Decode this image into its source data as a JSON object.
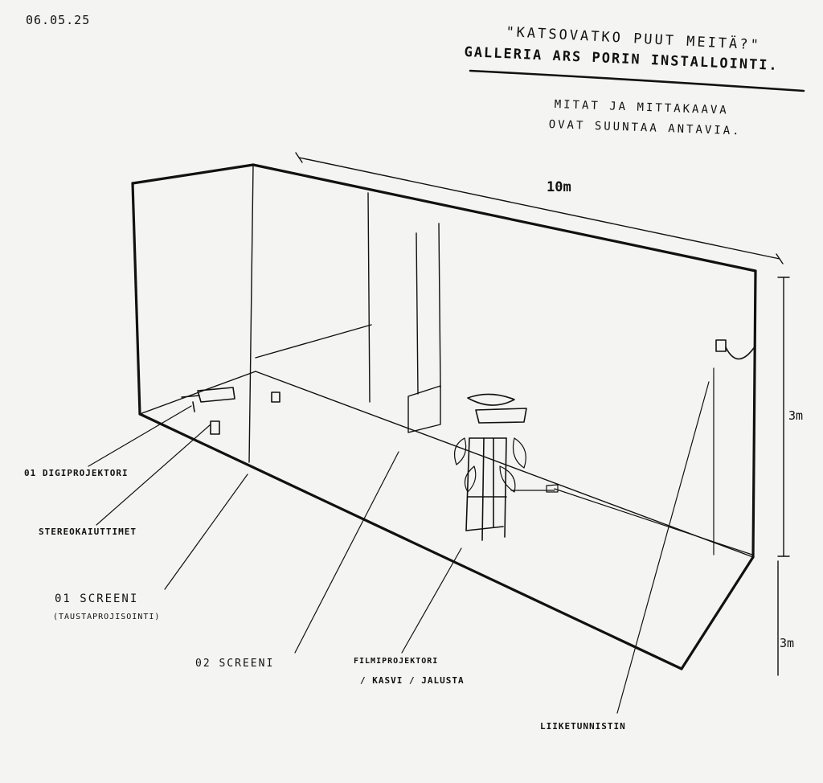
{
  "sketch": {
    "date": "06.05.25",
    "title_line_1": "\"KATSOVATKO PUUT MEITÄ?\"",
    "title_line_2": "GALLERIA ARS PORIN INSTALLOINTI.",
    "note_line_1": "MITAT JA MITTAKAAVA",
    "note_line_2": "OVAT SUUNTAA ANTAVIA.",
    "dimension_width": "10m",
    "dimension_height_upper": "3m",
    "dimension_height_lower": "3m"
  },
  "labels": {
    "digiprojektori": "01 DIGIPROJEKTORI",
    "stereokaiuttimet": "STEREOKAIUTTIMET",
    "screeni_1": "01 SCREENI",
    "screeni_1_sub": "(TAUSTAPROJISOINTI)",
    "screeni_2": "02 SCREENI",
    "filmiprojektori_1": "FILMIPROJEKTORI",
    "filmiprojektori_2": "/ KASVI / JALUSTA",
    "liiketunnistin": "LIIKETUNNISTIN"
  },
  "colors": {
    "ink": "#111111",
    "paper": "#f4f4f2"
  }
}
